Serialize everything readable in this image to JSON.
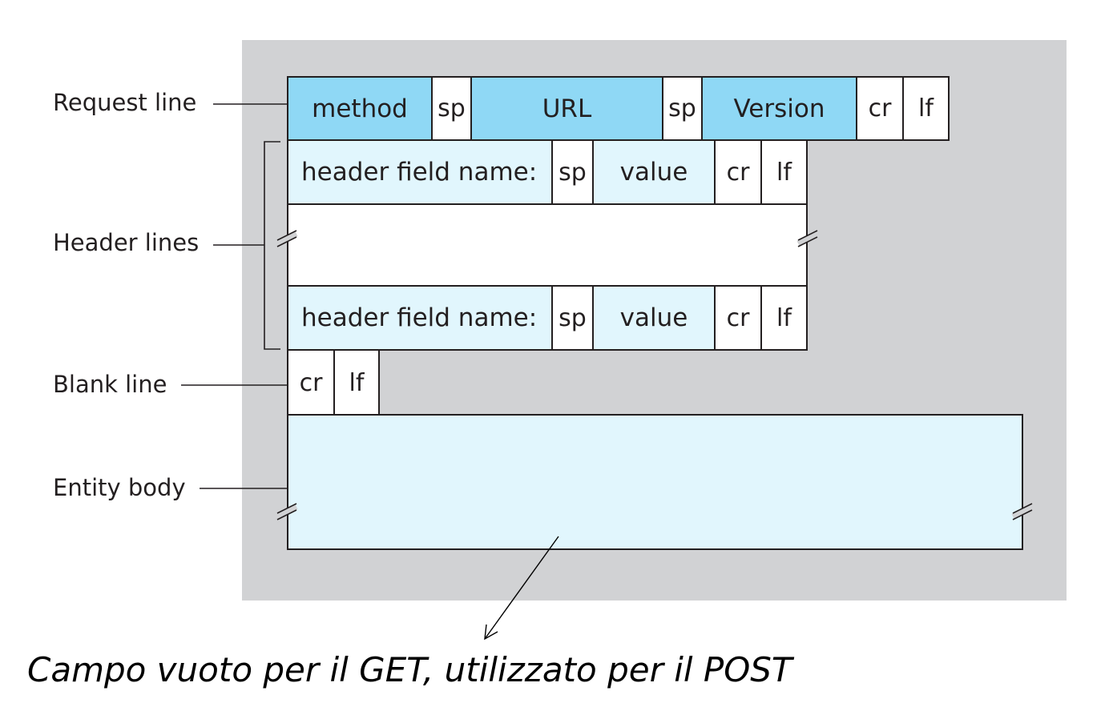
{
  "labels": {
    "request_line": "Request line",
    "header_lines": "Header lines",
    "blank_line": "Blank line",
    "entity_body": "Entity body"
  },
  "request_line": {
    "method": "method",
    "sp1": "sp",
    "url": "URL",
    "sp2": "sp",
    "version": "Version",
    "cr": "cr",
    "lf": "lf"
  },
  "header_line_1": {
    "name": "header field name:",
    "sp": "sp",
    "value": "value",
    "cr": "cr",
    "lf": "lf"
  },
  "header_line_2": {
    "name": "header field name:",
    "sp": "sp",
    "value": "value",
    "cr": "cr",
    "lf": "lf"
  },
  "blank_line": {
    "cr": "cr",
    "lf": "lf"
  },
  "caption": "Campo vuoto per il GET, utilizzato per il POST",
  "colors": {
    "panel": "#d1d2d4",
    "dark_field": "#8fd8f5",
    "light_field": "#e1f6fd",
    "outline": "#231f20"
  }
}
